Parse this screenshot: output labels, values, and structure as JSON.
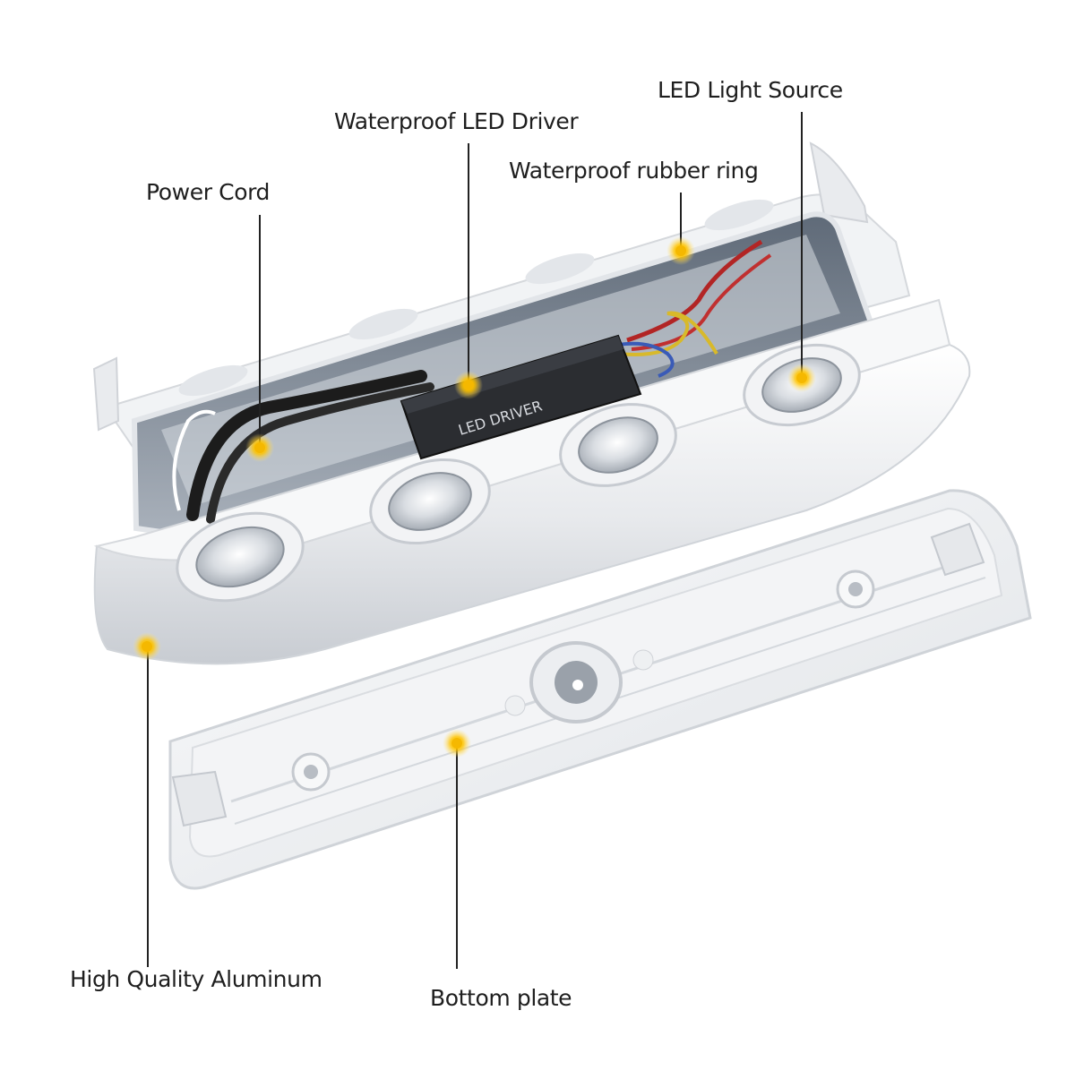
{
  "callouts": {
    "led_light_source": "LED Light Source",
    "waterproof_led_driver": "Waterproof LED Driver",
    "waterproof_rubber_ring": "Waterproof rubber ring",
    "power_cord": "Power Cord",
    "high_quality_aluminum": "High Quality Aluminum",
    "bottom_plate": "Bottom plate"
  },
  "colors": {
    "marker": "#f5b800",
    "marker_glow": "#ffe27a",
    "leader_line": "#222222",
    "housing": "#eef0f3",
    "housing_shadow": "#c9ccd1",
    "interior": "#7b8592",
    "driver": "#2b2d31",
    "cable": "#1c1c1c"
  },
  "diagram": {
    "driver_label": "LED DRIVER"
  }
}
